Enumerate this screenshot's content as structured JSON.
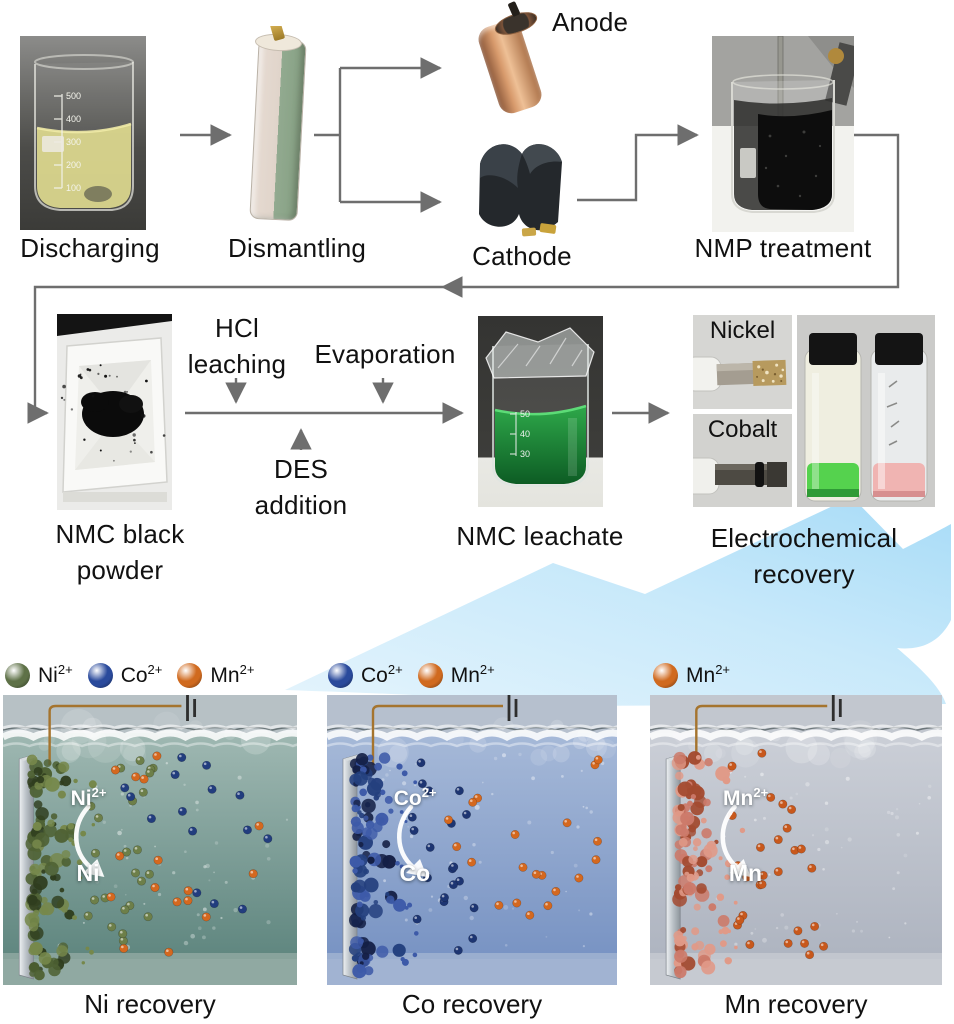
{
  "flow": {
    "discharging": "Discharging",
    "dismantling": "Dismantling",
    "anode": "Anode",
    "cathode": "Cathode",
    "nmp": "NMP treatment",
    "hcl": [
      "HCl",
      "leaching"
    ],
    "evaporation": "Evaporation",
    "des": [
      "DES",
      "addition"
    ],
    "black_powder": [
      "NMC black",
      "powder"
    ],
    "leachate": "NMC leachate",
    "nickel": "Nickel",
    "cobalt": "Cobalt",
    "electro": [
      "Electrochemical",
      "recovery"
    ]
  },
  "beaker_ticks": {
    "discharging": [
      "500",
      "400",
      "300",
      "200",
      "100"
    ],
    "leachate": [
      "50",
      "40",
      "30"
    ]
  },
  "colors": {
    "flow_arrow": "#6e6e6e",
    "big_arrow_from": "#ddf1fc",
    "big_arrow_to": "#9fd8f6",
    "leachate_green_top": "#2ea84a",
    "leachate_green_bottom": "#0d5c24",
    "vial_green": "#55d24e",
    "vial_pink": "#f0b4b2",
    "wire_copper": "#a5742e"
  },
  "panels": [
    {
      "caption": "Ni recovery",
      "ion": "Ni",
      "charge": "2+",
      "metal": "Ni",
      "legend": [
        {
          "symbol": "Ni",
          "charge": "2+",
          "color": "#5e7147"
        },
        {
          "symbol": "Co",
          "charge": "2+",
          "color": "#2a4a9c"
        },
        {
          "symbol": "Mn",
          "charge": "2+",
          "color": "#d06a1f"
        }
      ],
      "scene": {
        "sky": "#b7c1c5",
        "waterTop": "#9fb8b2",
        "waterBottom": "#5f867f",
        "floor": "#8aa49d",
        "deposit": [
          "#4f6234",
          "#76884b",
          "#2f3d1e"
        ],
        "ions": [
          {
            "color": "#6d7f49",
            "count": 24,
            "zone": "near"
          },
          {
            "color": "#223d7e",
            "count": 15,
            "zone": "wide"
          },
          {
            "color": "#d4681f",
            "count": 16,
            "zone": "wide"
          }
        ]
      }
    },
    {
      "caption": "Co recovery",
      "ion": "Co",
      "charge": "2+",
      "metal": "Co",
      "legend": [
        {
          "symbol": "Co",
          "charge": "2+",
          "color": "#2a4a9c"
        },
        {
          "symbol": "Mn",
          "charge": "2+",
          "color": "#d06a1f"
        }
      ],
      "scene": {
        "sky": "#b6c0ce",
        "waterTop": "#a6b9d8",
        "waterBottom": "#7893c3",
        "floor": "#9cafd0",
        "deposit": [
          "#24407e",
          "#3d5aa8",
          "#141f45"
        ],
        "ions": [
          {
            "color": "#1d3572",
            "count": 20,
            "zone": "near"
          },
          {
            "color": "#d4681f",
            "count": 20,
            "zone": "wide"
          }
        ]
      }
    },
    {
      "caption": "Mn recovery",
      "ion": "Mn",
      "charge": "2+",
      "metal": "Mn",
      "legend": [
        {
          "symbol": "Mn",
          "charge": "2+",
          "color": "#d06a1f"
        }
      ],
      "scene": {
        "sky": "#c2c7cf",
        "waterTop": "#cbcfd7",
        "waterBottom": "#aeb4c0",
        "floor": "#c3c7cf",
        "deposit": [
          "#cc7a6a",
          "#e09a88",
          "#a34a30"
        ],
        "ions": [
          {
            "color": "#c8581c",
            "count": 28,
            "zone": "near2"
          }
        ]
      }
    }
  ]
}
